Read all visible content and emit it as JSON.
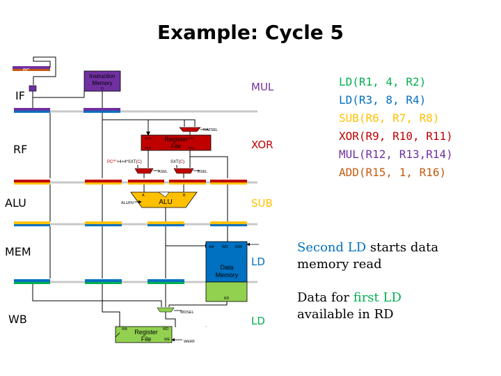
{
  "title": "Example: Cycle 5",
  "stages": {
    "if": "IF",
    "rf": "RF",
    "alu": "ALU",
    "mem": "MEM",
    "wb": "WB"
  },
  "stage_instructions": [
    {
      "stage": "IF",
      "instr": "MUL",
      "color": "#7030a0"
    },
    {
      "stage": "RF",
      "instr": "XOR",
      "color": "#c00000"
    },
    {
      "stage": "ALU",
      "instr": "SUB",
      "color": "#ffc000"
    },
    {
      "stage": "MEM",
      "instr": "LD",
      "color": "#0070c0"
    },
    {
      "stage": "WB",
      "instr": "LD",
      "color": "#00b050"
    }
  ],
  "program": [
    {
      "text": "LD(R1, 4, R2)",
      "color": "#00b050"
    },
    {
      "text": "LD(R3, 8, R4)",
      "color": "#0070c0"
    },
    {
      "text": "SUB(R6, R7, R8)",
      "color": "#ffc000"
    },
    {
      "text": "XOR(R9, R10, R11)",
      "color": "#c00000"
    },
    {
      "text": "MUL(R12, R13,R14)",
      "color": "#7030a0"
    },
    {
      "text": "ADD(R15, 1, R16)",
      "color": "#c55a11"
    }
  ],
  "notes": {
    "note1_highlight": "Second LD",
    "note1_highlight_color": "#0070c0",
    "note1_rest1": " starts data",
    "note1_rest2": "memory read",
    "note2_pre": "Data for ",
    "note2_highlight": "first LD",
    "note2_highlight_color": "#00b050",
    "note2_rest": "available in RD"
  },
  "diagram_labels": {
    "pc": "PC",
    "imem_line1": "Instruction",
    "imem_line2": "Memory",
    "imem_port": "D",
    "ra2sel": "RA2SEL",
    "regfile_line1": "Register",
    "regfile_line2": "File",
    "ra1": "RA1",
    "ra2": "RA2",
    "rd1": "RD1",
    "rd2": "RD2",
    "pc_offset": "PC",
    "pc_offset_sup": "RF",
    "pc_offset_rest": "+4+4*SXT(",
    "c_letter": "C",
    "close_paren": ")",
    "sxt": "SXT(",
    "asel": "ASEL",
    "bsel": "BSEL",
    "alu_a": "A",
    "alu_b": "B",
    "alu": "ALU",
    "alufn": "ALUFN",
    "adr": "Adr",
    "wd": "WD",
    "rw": "R/W",
    "dmem_line1": "Data",
    "dmem_line2": "Memory",
    "rd": "RD",
    "wdsel": "WDSEL",
    "wb_wa": "WA",
    "wb_wd": "WD",
    "wb_we": "WE",
    "wb_regfile_line1": "Register",
    "wb_regfile_line2": "File",
    "werf": "WERF",
    "tick": "`"
  }
}
